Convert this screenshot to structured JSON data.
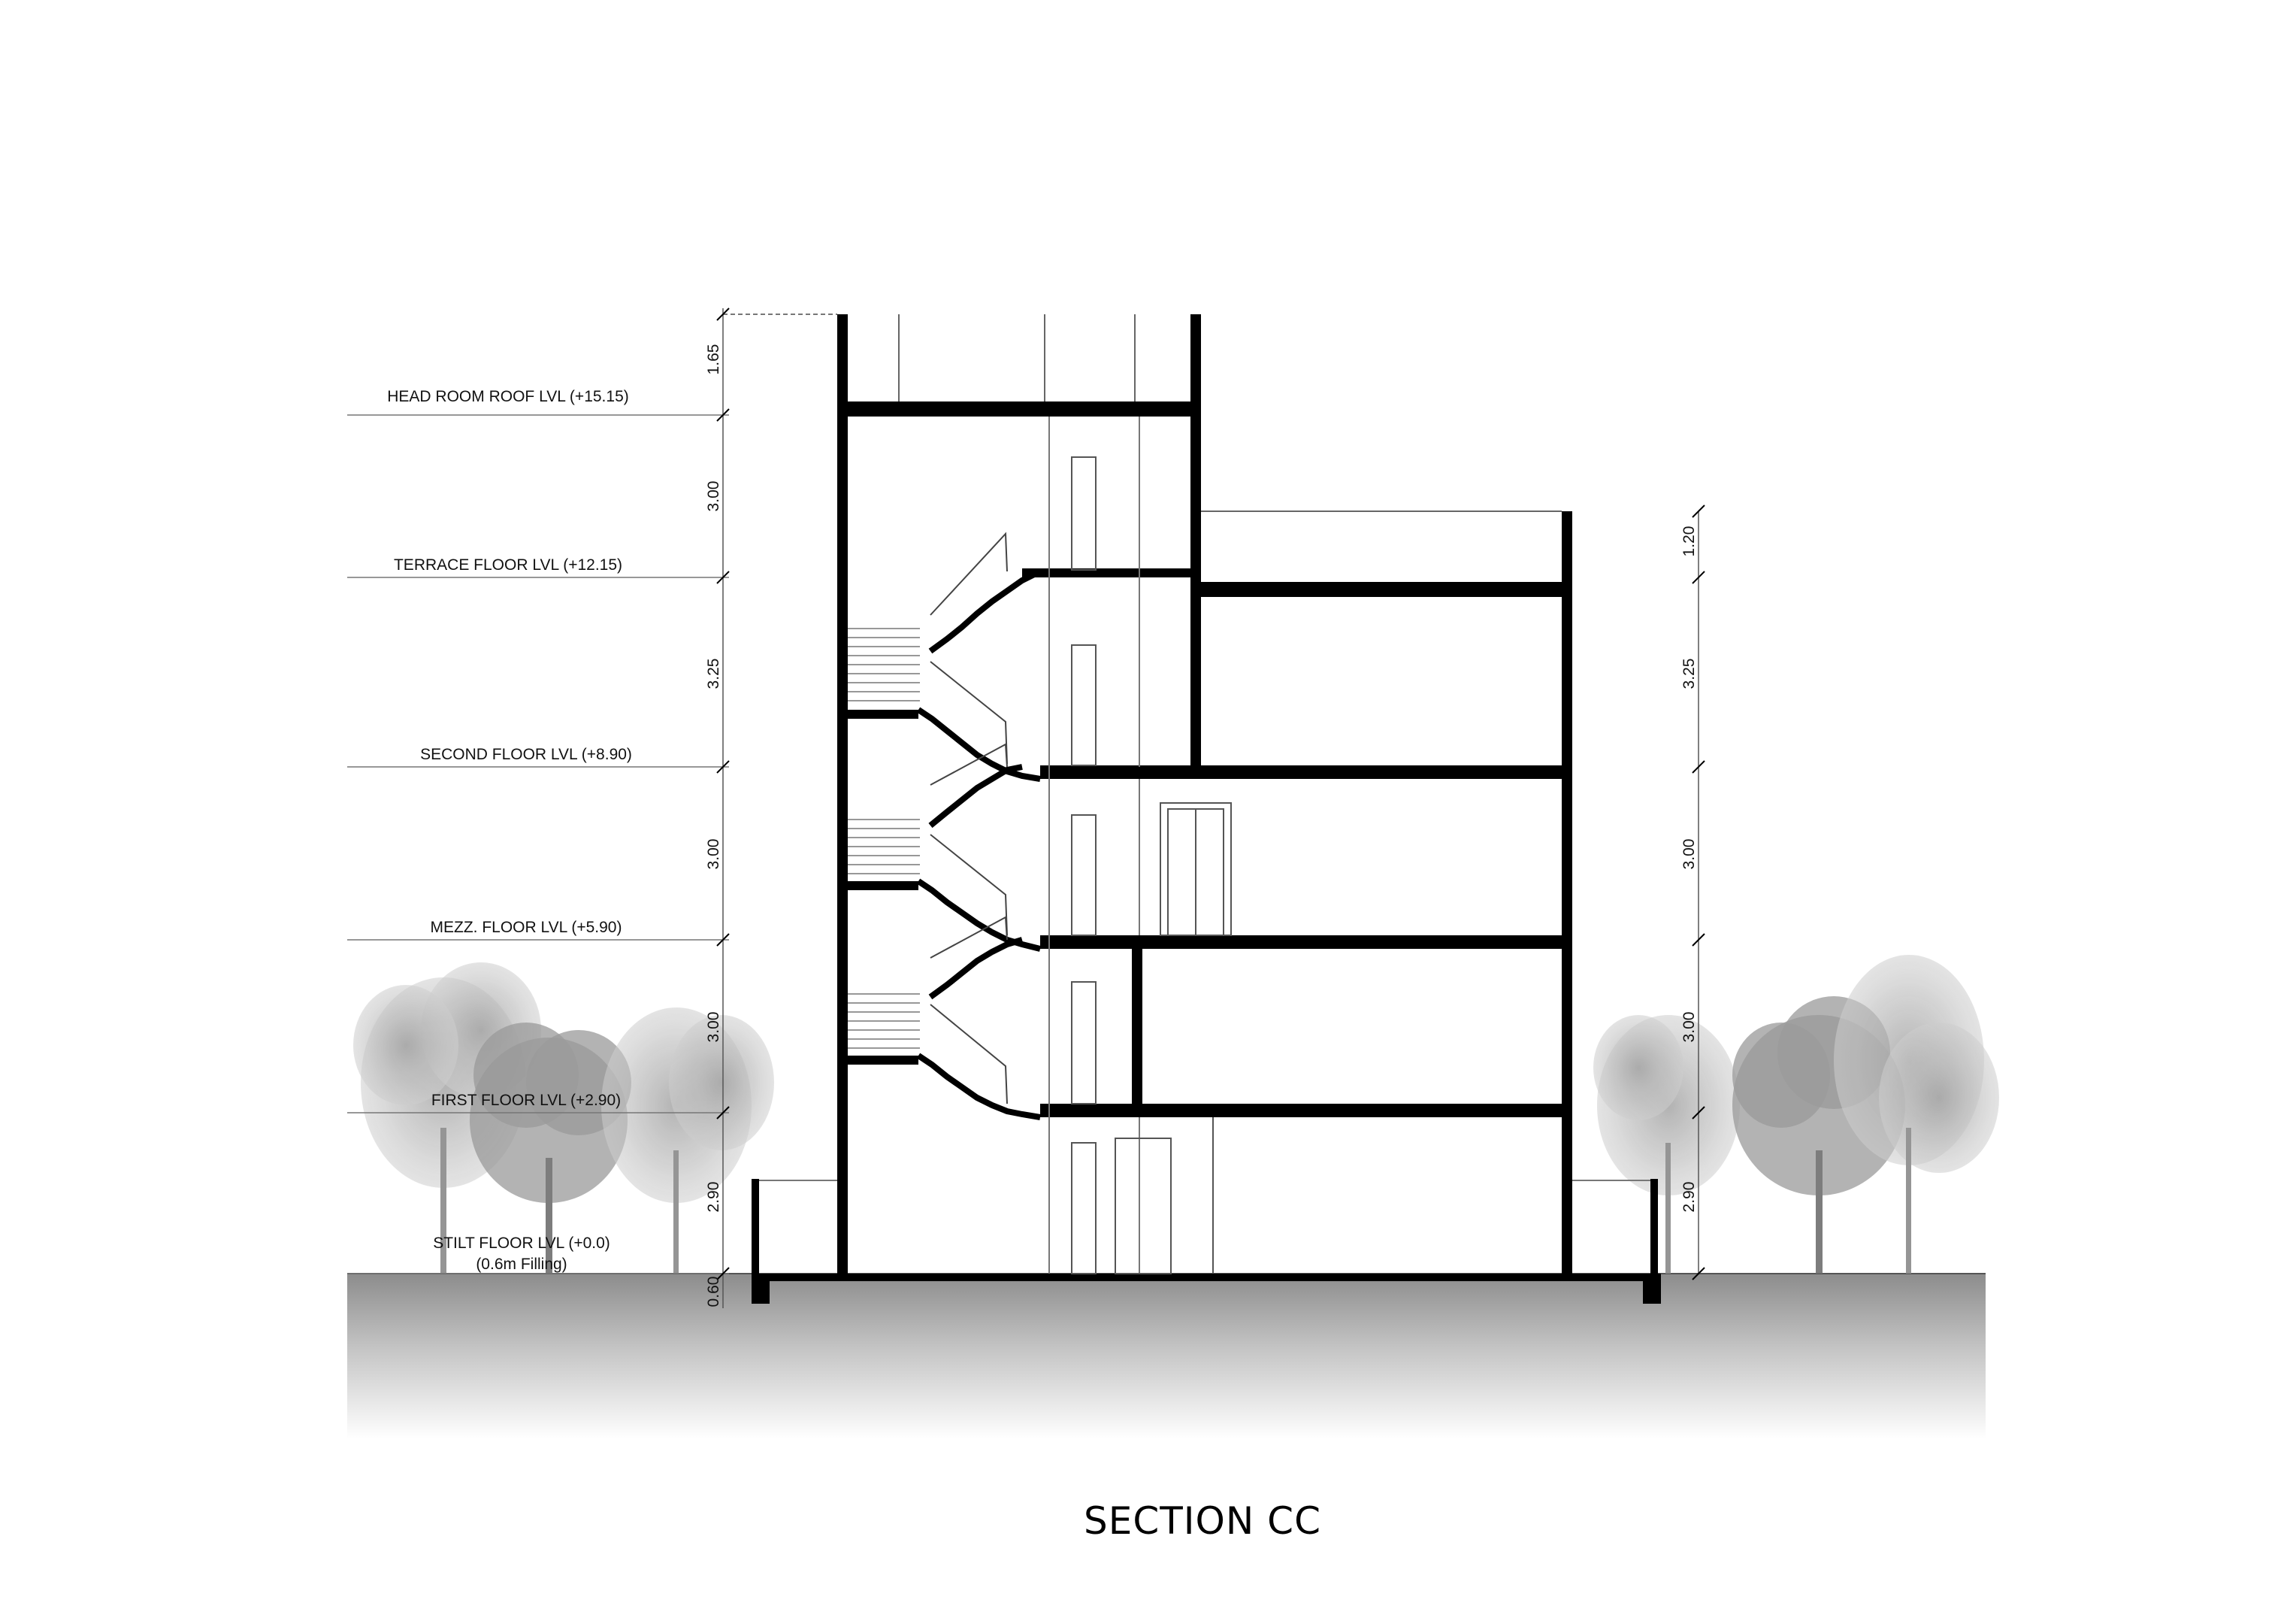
{
  "title": "SECTION CC",
  "levels": [
    {
      "label": "HEAD ROOM ROOF LVL (+15.15)"
    },
    {
      "label": "TERRACE FLOOR LVL (+12.15)"
    },
    {
      "label": "SECOND FLOOR LVL (+8.90)"
    },
    {
      "label": "MEZZ. FLOOR LVL (+5.90)"
    },
    {
      "label": "FIRST FLOOR LVL (+2.90)"
    },
    {
      "label": "STILT FLOOR LVL (+0.0)",
      "note": "(0.6m Filling)"
    }
  ],
  "dimensions_left": [
    "1.65",
    "3.00",
    "3.25",
    "3.00",
    "3.00",
    "2.90",
    "0.60"
  ],
  "dimensions_right": [
    "1.20",
    "3.25",
    "3.00",
    "3.00",
    "2.90"
  ],
  "colors": {
    "line": "#000000",
    "thin_line": "#666666",
    "ground_top": "#8c8c8c",
    "tree": "#9a9a9a"
  }
}
